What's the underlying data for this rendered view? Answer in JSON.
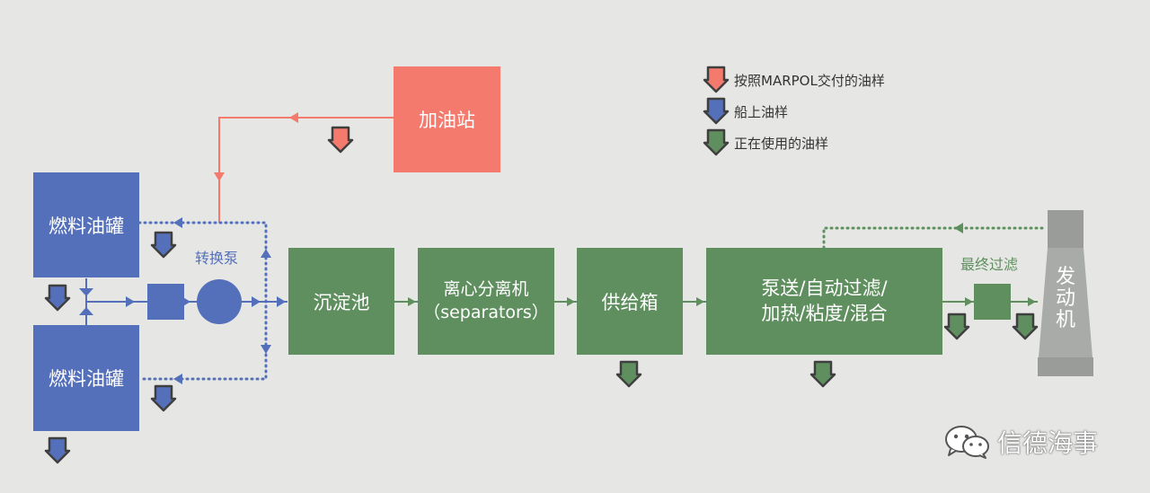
{
  "colors": {
    "blue": "#5570bb",
    "green": "#5f8f5f",
    "red": "#f37a6c",
    "background": "#e6e7e4"
  },
  "nodes": {
    "fuel_tank_top": "燃料油罐",
    "fuel_tank_bottom": "燃料油罐",
    "transfer_pump": "转换泵",
    "bunker_station": "加油站",
    "settling_tank": "沉淀池",
    "separator_line1": "离心分离机",
    "separator_line2": "（separators）",
    "service_tank": "供给箱",
    "process_line1": "泵送/自动过滤/",
    "process_line2": "加热/粘度/混合",
    "final_filter": "最终过滤",
    "engine": "发动机"
  },
  "legend": [
    {
      "color": "#f37a6c",
      "icon": "sample-arrow-red-icon",
      "label": "按照MARPOL交付的油样"
    },
    {
      "color": "#5570bb",
      "icon": "sample-arrow-blue-icon",
      "label": "船上油样"
    },
    {
      "color": "#5f8f5f",
      "icon": "sample-arrow-green-icon",
      "label": "正在使用的油样"
    }
  ],
  "watermark": {
    "icon": "wechat-icon",
    "text": "信德海事"
  }
}
